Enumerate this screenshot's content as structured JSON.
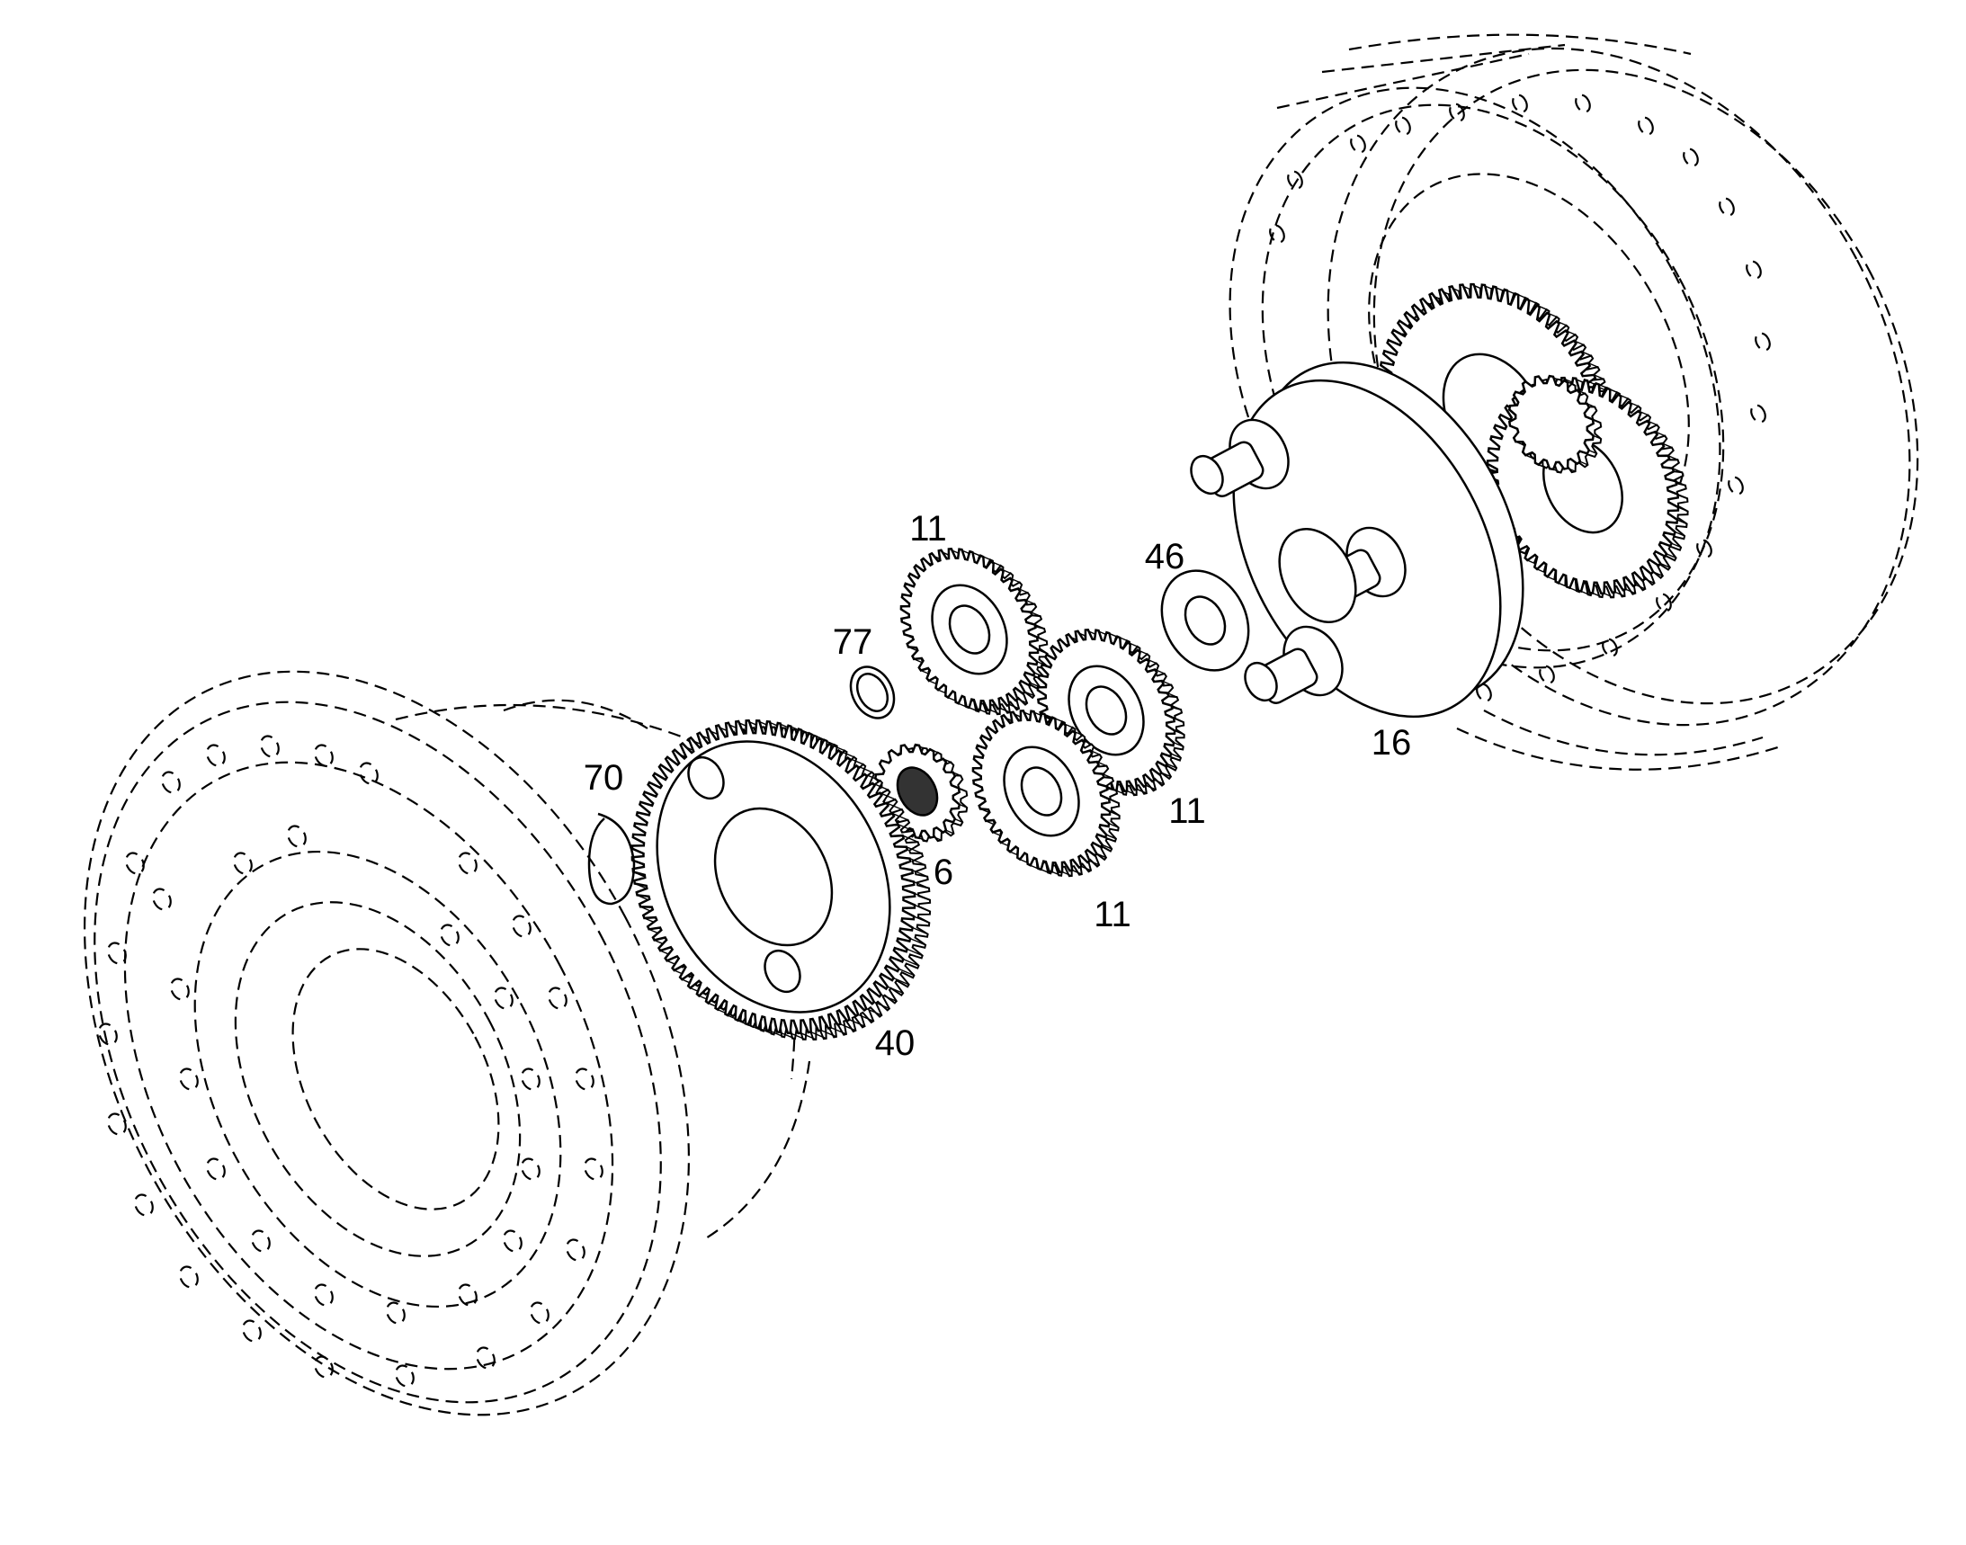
{
  "callouts": [
    {
      "id": "gear-11-top",
      "label": "11"
    },
    {
      "id": "washer-46",
      "label": "46"
    },
    {
      "id": "ring-77",
      "label": "77"
    },
    {
      "id": "carrier-16",
      "label": "16"
    },
    {
      "id": "circlip-70",
      "label": "70"
    },
    {
      "id": "gear-11-right",
      "label": "11"
    },
    {
      "id": "sun-gear-6",
      "label": "6"
    },
    {
      "id": "gear-11-bottom",
      "label": "11"
    },
    {
      "id": "ring-gear-40",
      "label": "40"
    }
  ],
  "colors": {
    "line": "#000000",
    "gear_fill": "#ffffff",
    "background": "#ffffff"
  }
}
